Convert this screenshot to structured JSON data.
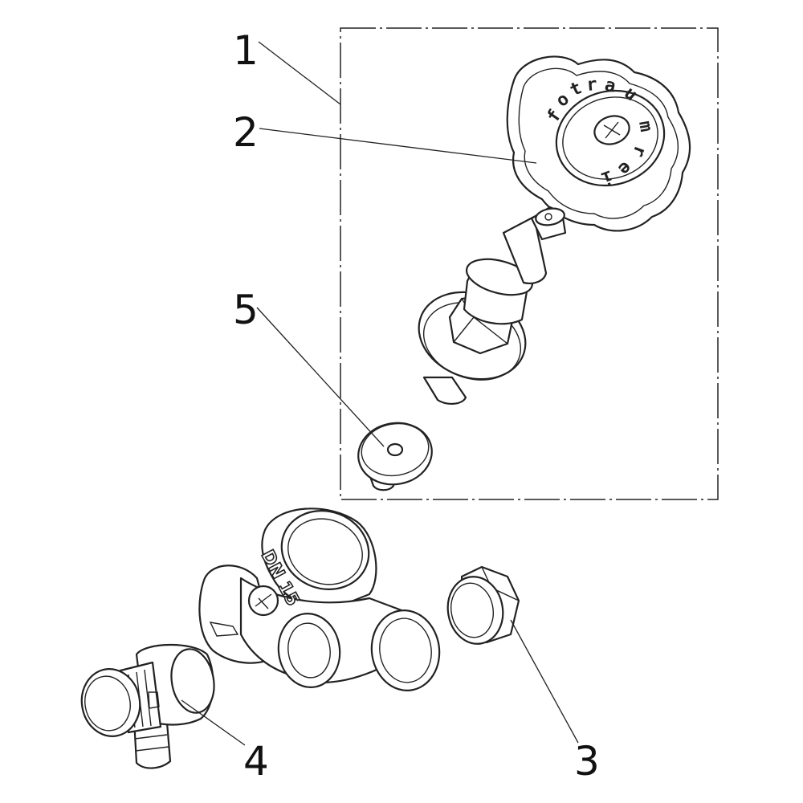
{
  "callouts": {
    "c1": "1",
    "c2": "2",
    "c3": "3",
    "c4": "4",
    "c5": "5"
  },
  "embossing": {
    "handwheel_letters": [
      "f",
      "o",
      "t",
      "r",
      "a",
      "u",
      "m",
      "r",
      "e",
      "i"
    ],
    "body_marking": "DN 15"
  },
  "colors": {
    "line": "#222222",
    "background": "#ffffff"
  }
}
